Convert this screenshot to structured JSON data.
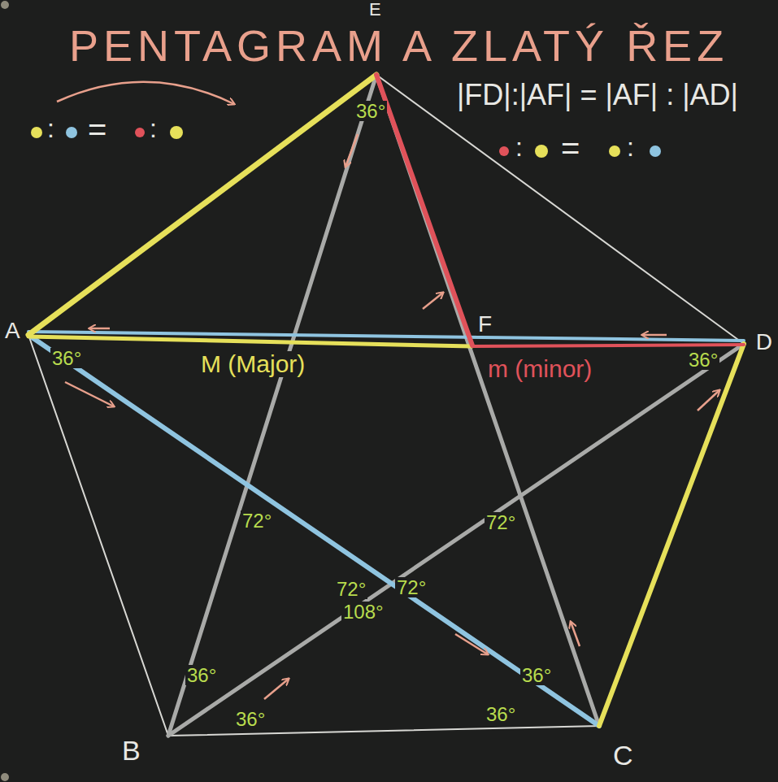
{
  "diagram": {
    "title": "PENTAGRAM A ZLATÝ ŘEZ",
    "labels": [
      "E",
      "|FD|:|AF| = |AF| : |AD|",
      ":",
      "=",
      ":",
      ":",
      "=",
      ":",
      "A",
      "F",
      "D",
      "36°",
      "36°",
      "M (Major)",
      "m (minor)",
      "36°",
      "72°",
      "72°",
      "72°",
      "72°",
      "108°",
      "B",
      "36°",
      "36°",
      "36°",
      "36°",
      "C"
    ]
  }
}
